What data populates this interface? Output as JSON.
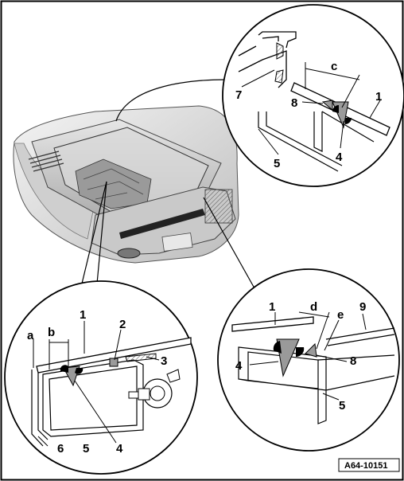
{
  "figure": {
    "reference_code": "A64-10151",
    "callouts": {
      "top": [
        "7",
        "c",
        "8",
        "1",
        "4",
        "5"
      ],
      "bottom_left": [
        "a",
        "b",
        "1",
        "2",
        "3",
        "4",
        "5",
        "6"
      ],
      "bottom_right": [
        "1",
        "d",
        "e",
        "9",
        "4",
        "8",
        "5"
      ]
    }
  }
}
